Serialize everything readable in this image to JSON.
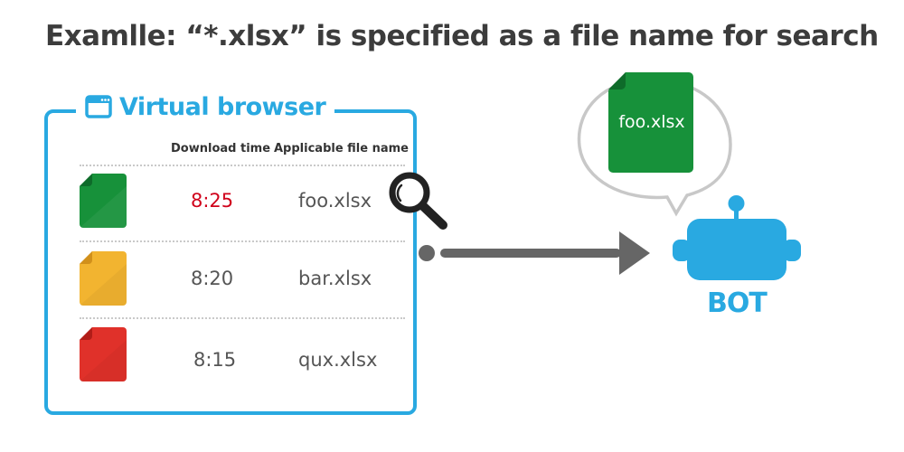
{
  "title": "Examlle: “*.xlsx” is specified as a file name for search",
  "browser": {
    "label": "Virtual browser",
    "frame_color": "#29a9e1",
    "columns": {
      "time": "Download time",
      "name": "Applicable file name"
    },
    "rows": [
      {
        "time": "8:25",
        "name": "foo.xlsx",
        "icon_color": "#17913a",
        "time_color": "#d0021b",
        "icon": "green-file-icon"
      },
      {
        "time": "8:20",
        "name": "bar.xlsx",
        "icon_color": "#f2b430",
        "time_color": "#555555",
        "icon": "yellow-file-icon"
      },
      {
        "time": "8:15",
        "name": "qux.xlsx",
        "icon_color": "#e0312a",
        "time_color": "#555555",
        "icon": "red-file-icon"
      }
    ]
  },
  "search_icon": "magnifier-icon",
  "arrow_color": "#666666",
  "bubble": {
    "file_name": "foo.xlsx",
    "icon": "green-file-icon"
  },
  "bot": {
    "label": "BOT",
    "color": "#29a9e1",
    "icon": "robot-icon"
  }
}
